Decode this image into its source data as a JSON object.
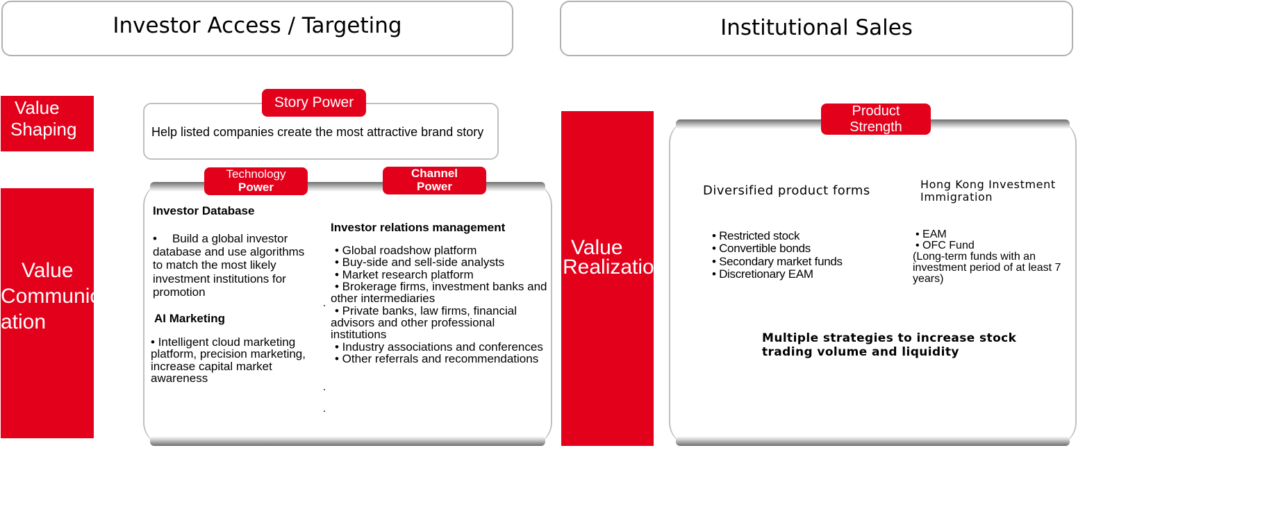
{
  "headers": {
    "left": "Investor Access / Targeting",
    "right": "Institutional Sales"
  },
  "side_labels": {
    "shaping": [
      "Value",
      "Shaping"
    ],
    "communication": [
      "Value",
      "Communic",
      "ation"
    ],
    "realization": [
      "Value",
      "Realization"
    ]
  },
  "story": {
    "tag": "Story Power",
    "text": "Help listed companies create the most attractive brand story"
  },
  "technology": {
    "tag_line1": "Technology",
    "tag_line2": "Power",
    "db_title": "Investor Database",
    "db_bullet": "•",
    "db_text_line1": "Build a global investor",
    "db_text_rest": "database and use algorithms to match the most likely investment institutions for promotion",
    "ai_title": "AI Marketing",
    "ai_text": "• Intelligent cloud marketing platform, precision marketing, increase capital market awareness"
  },
  "channel": {
    "tag_line1": "Channel",
    "tag_line2": "Power",
    "title": "Investor relations management",
    "items": [
      "•  Global roadshow platform",
      "•  Buy-side and sell-side analysts",
      "•  Market research platform",
      "•  Brokerage firms, investment banks and other intermediaries",
      "•  Private banks, law firms, financial advisors and other professional institutions",
      "•  Industry associations and conferences",
      "•  Other referrals and recommendations"
    ]
  },
  "product": {
    "tag_line1": "Product",
    "tag_line2": "Strength",
    "forms_title": "Diversified product forms",
    "forms_items": [
      "• Restricted stock",
      "• Convertible bonds",
      "• Secondary market funds",
      "• Discretionary EAM"
    ],
    "hk_title": "Hong Kong Investment Immigration",
    "hk_items": [
      "•  EAM",
      "•  OFC Fund"
    ],
    "hk_note": "(Long-term funds with an investment period of at least 7 years)",
    "strategy": "Multiple strategies to increase stock trading volume and liquidity"
  },
  "colors": {
    "accent_red": "#e3001b",
    "border_gray": "#b0b0b0"
  }
}
